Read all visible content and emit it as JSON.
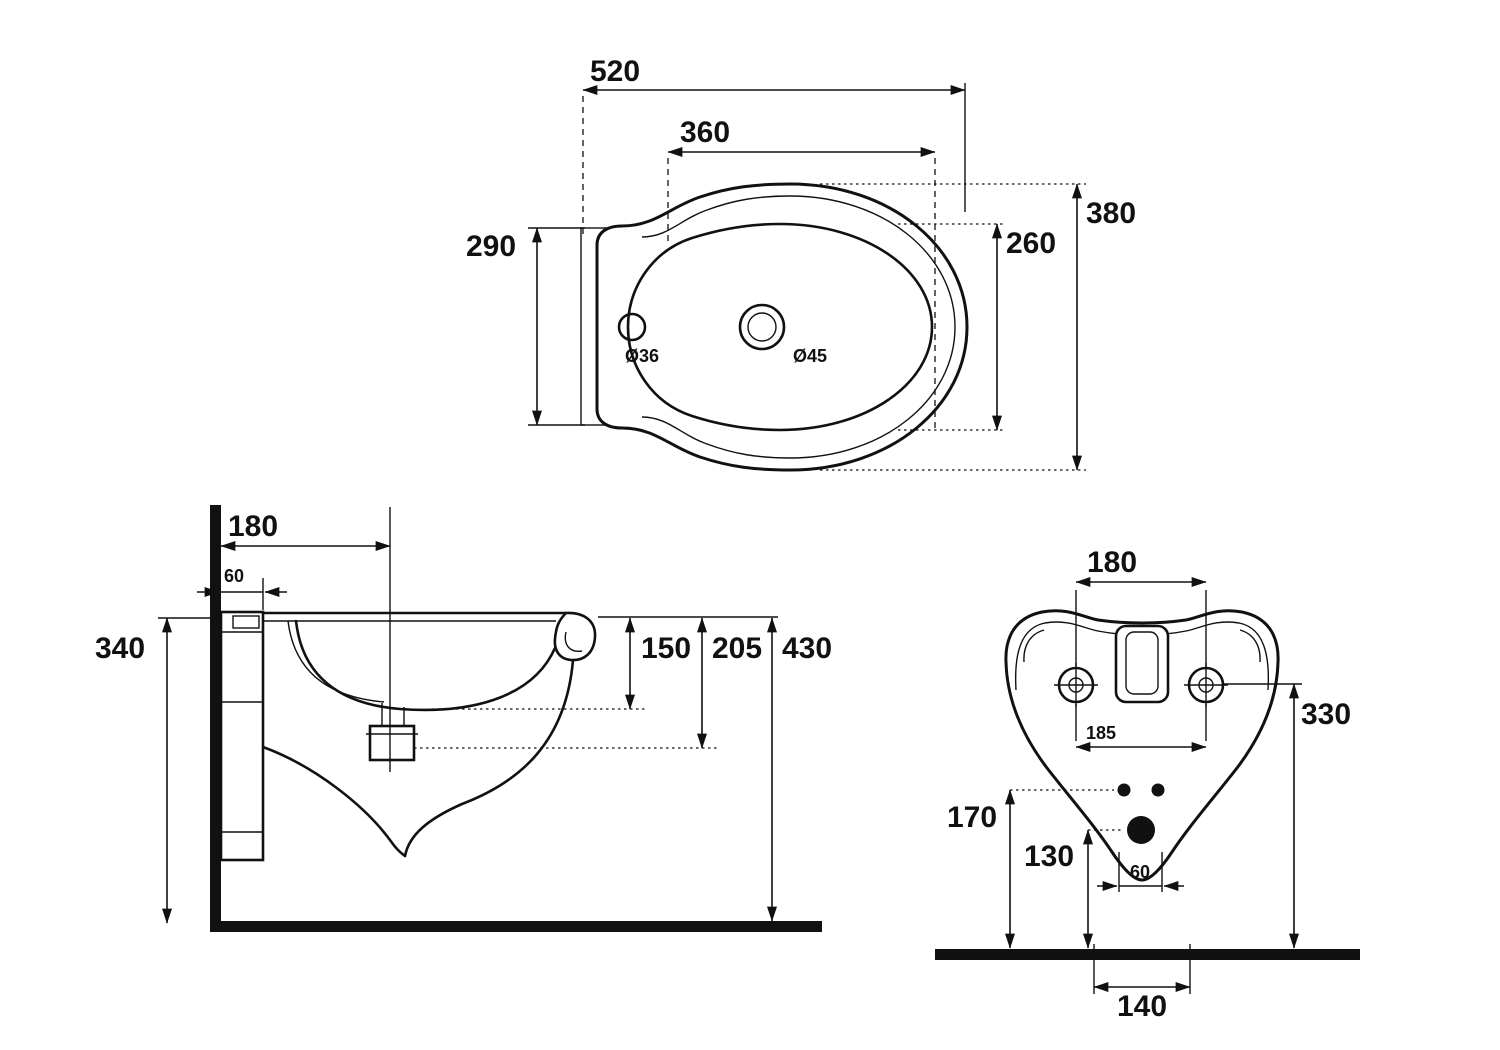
{
  "page": {
    "background": "#ffffff",
    "ink": "#111111"
  },
  "views": {
    "top": {
      "name": "top view",
      "dims": {
        "total_width": "520",
        "basin_width": "360",
        "mount_depth": "290",
        "total_depth": "380",
        "basin_depth": "260"
      },
      "holes": {
        "faucet": "Ø36",
        "drain": "Ø45"
      }
    },
    "side": {
      "name": "side view",
      "dims": {
        "center_offset": "180",
        "bracket_depth": "60",
        "bracket_height": "340",
        "basin_depth": "150",
        "drain_height": "205",
        "rim_height": "430"
      }
    },
    "front": {
      "name": "front view",
      "dims": {
        "bolt_spacing": "180",
        "hole_spacing": "185",
        "side_height": "330",
        "inlet_height": "170",
        "drain_center_height": "130",
        "drain_width": "60",
        "base_width": "140"
      }
    }
  }
}
